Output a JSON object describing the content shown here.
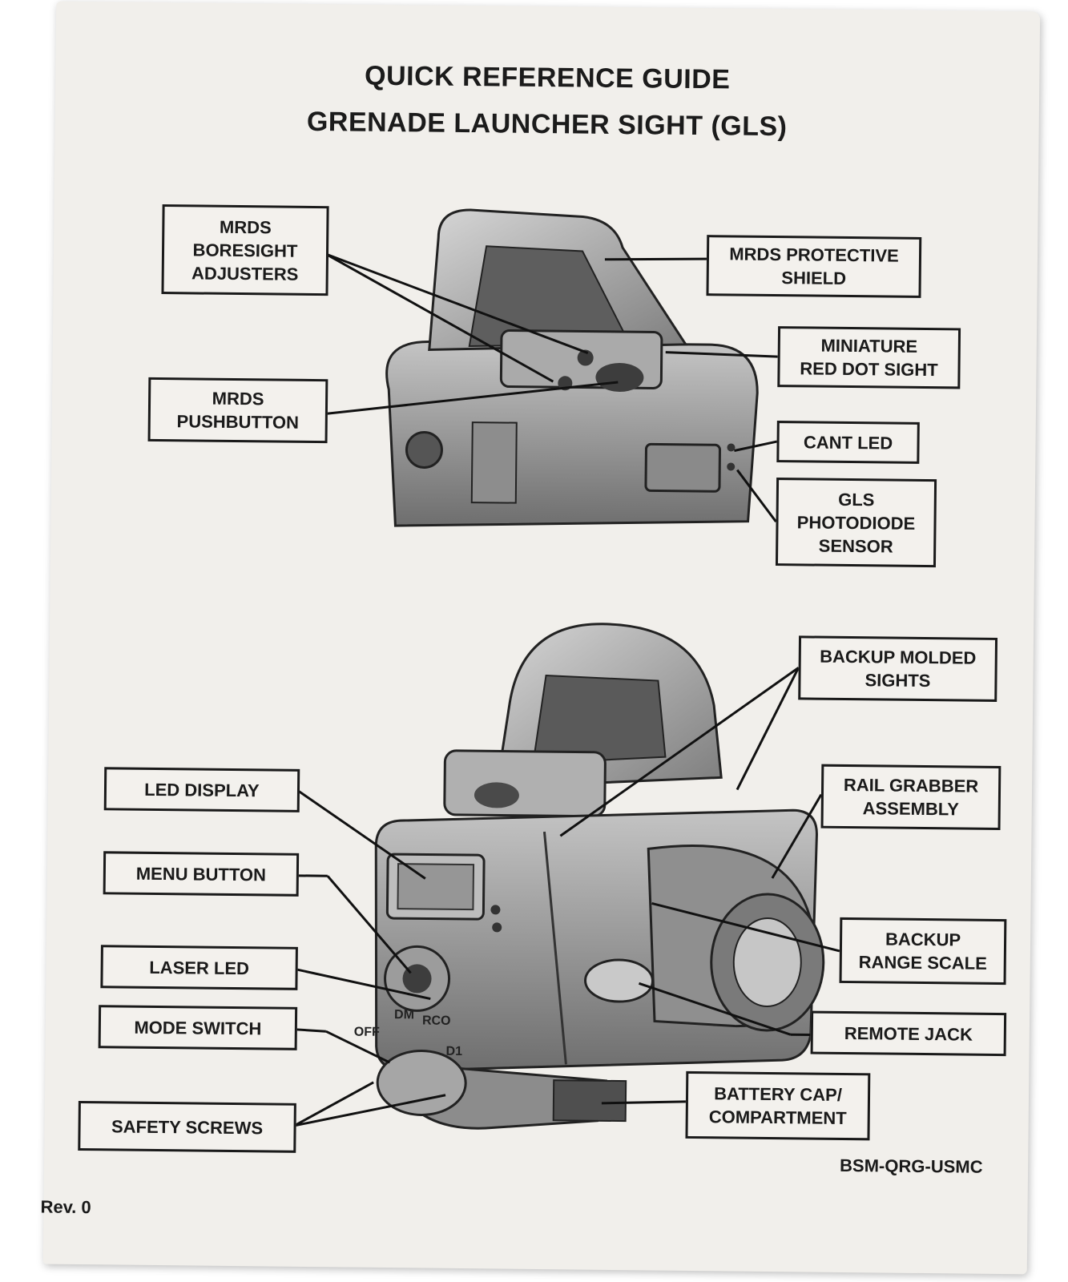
{
  "header": {
    "title_line1": "QUICK REFERENCE GUIDE",
    "title_line2": "GRENADE LAUNCHER SIGHT (GLS)"
  },
  "top_labels": {
    "boresight": "MRDS\nBORESIGHT\nADJUSTERS",
    "pushbutton": "MRDS\nPUSHBUTTON",
    "shield": "MRDS PROTECTIVE\nSHIELD",
    "red_dot": "MINIATURE\nRED DOT SIGHT",
    "cant_led": "CANT LED",
    "photodiode": "GLS\nPHOTODIODE\nSENSOR"
  },
  "bottom_labels": {
    "led_display": "LED DISPLAY",
    "menu_button": "MENU BUTTON",
    "laser_led": "LASER LED",
    "mode_switch": "MODE SWITCH",
    "safety_screws": "SAFETY SCREWS",
    "backup_sights": "BACKUP MOLDED\nSIGHTS",
    "rail_grabber": "RAIL GRABBER\nASSEMBLY",
    "range_scale": "BACKUP\nRANGE SCALE",
    "remote_jack": "REMOTE JACK",
    "battery": "BATTERY CAP/\nCOMPARTMENT"
  },
  "switch_markings": {
    "off": "OFF",
    "dm": "DM",
    "rco": "RCO",
    "d1": "D1"
  },
  "footer": {
    "doc_code": "BSM-QRG-USMC",
    "revision": "Rev. 0"
  },
  "colors": {
    "paper": "#f1efeb",
    "ink": "#1a1a1a",
    "device_gray": "#9a9a9a"
  }
}
